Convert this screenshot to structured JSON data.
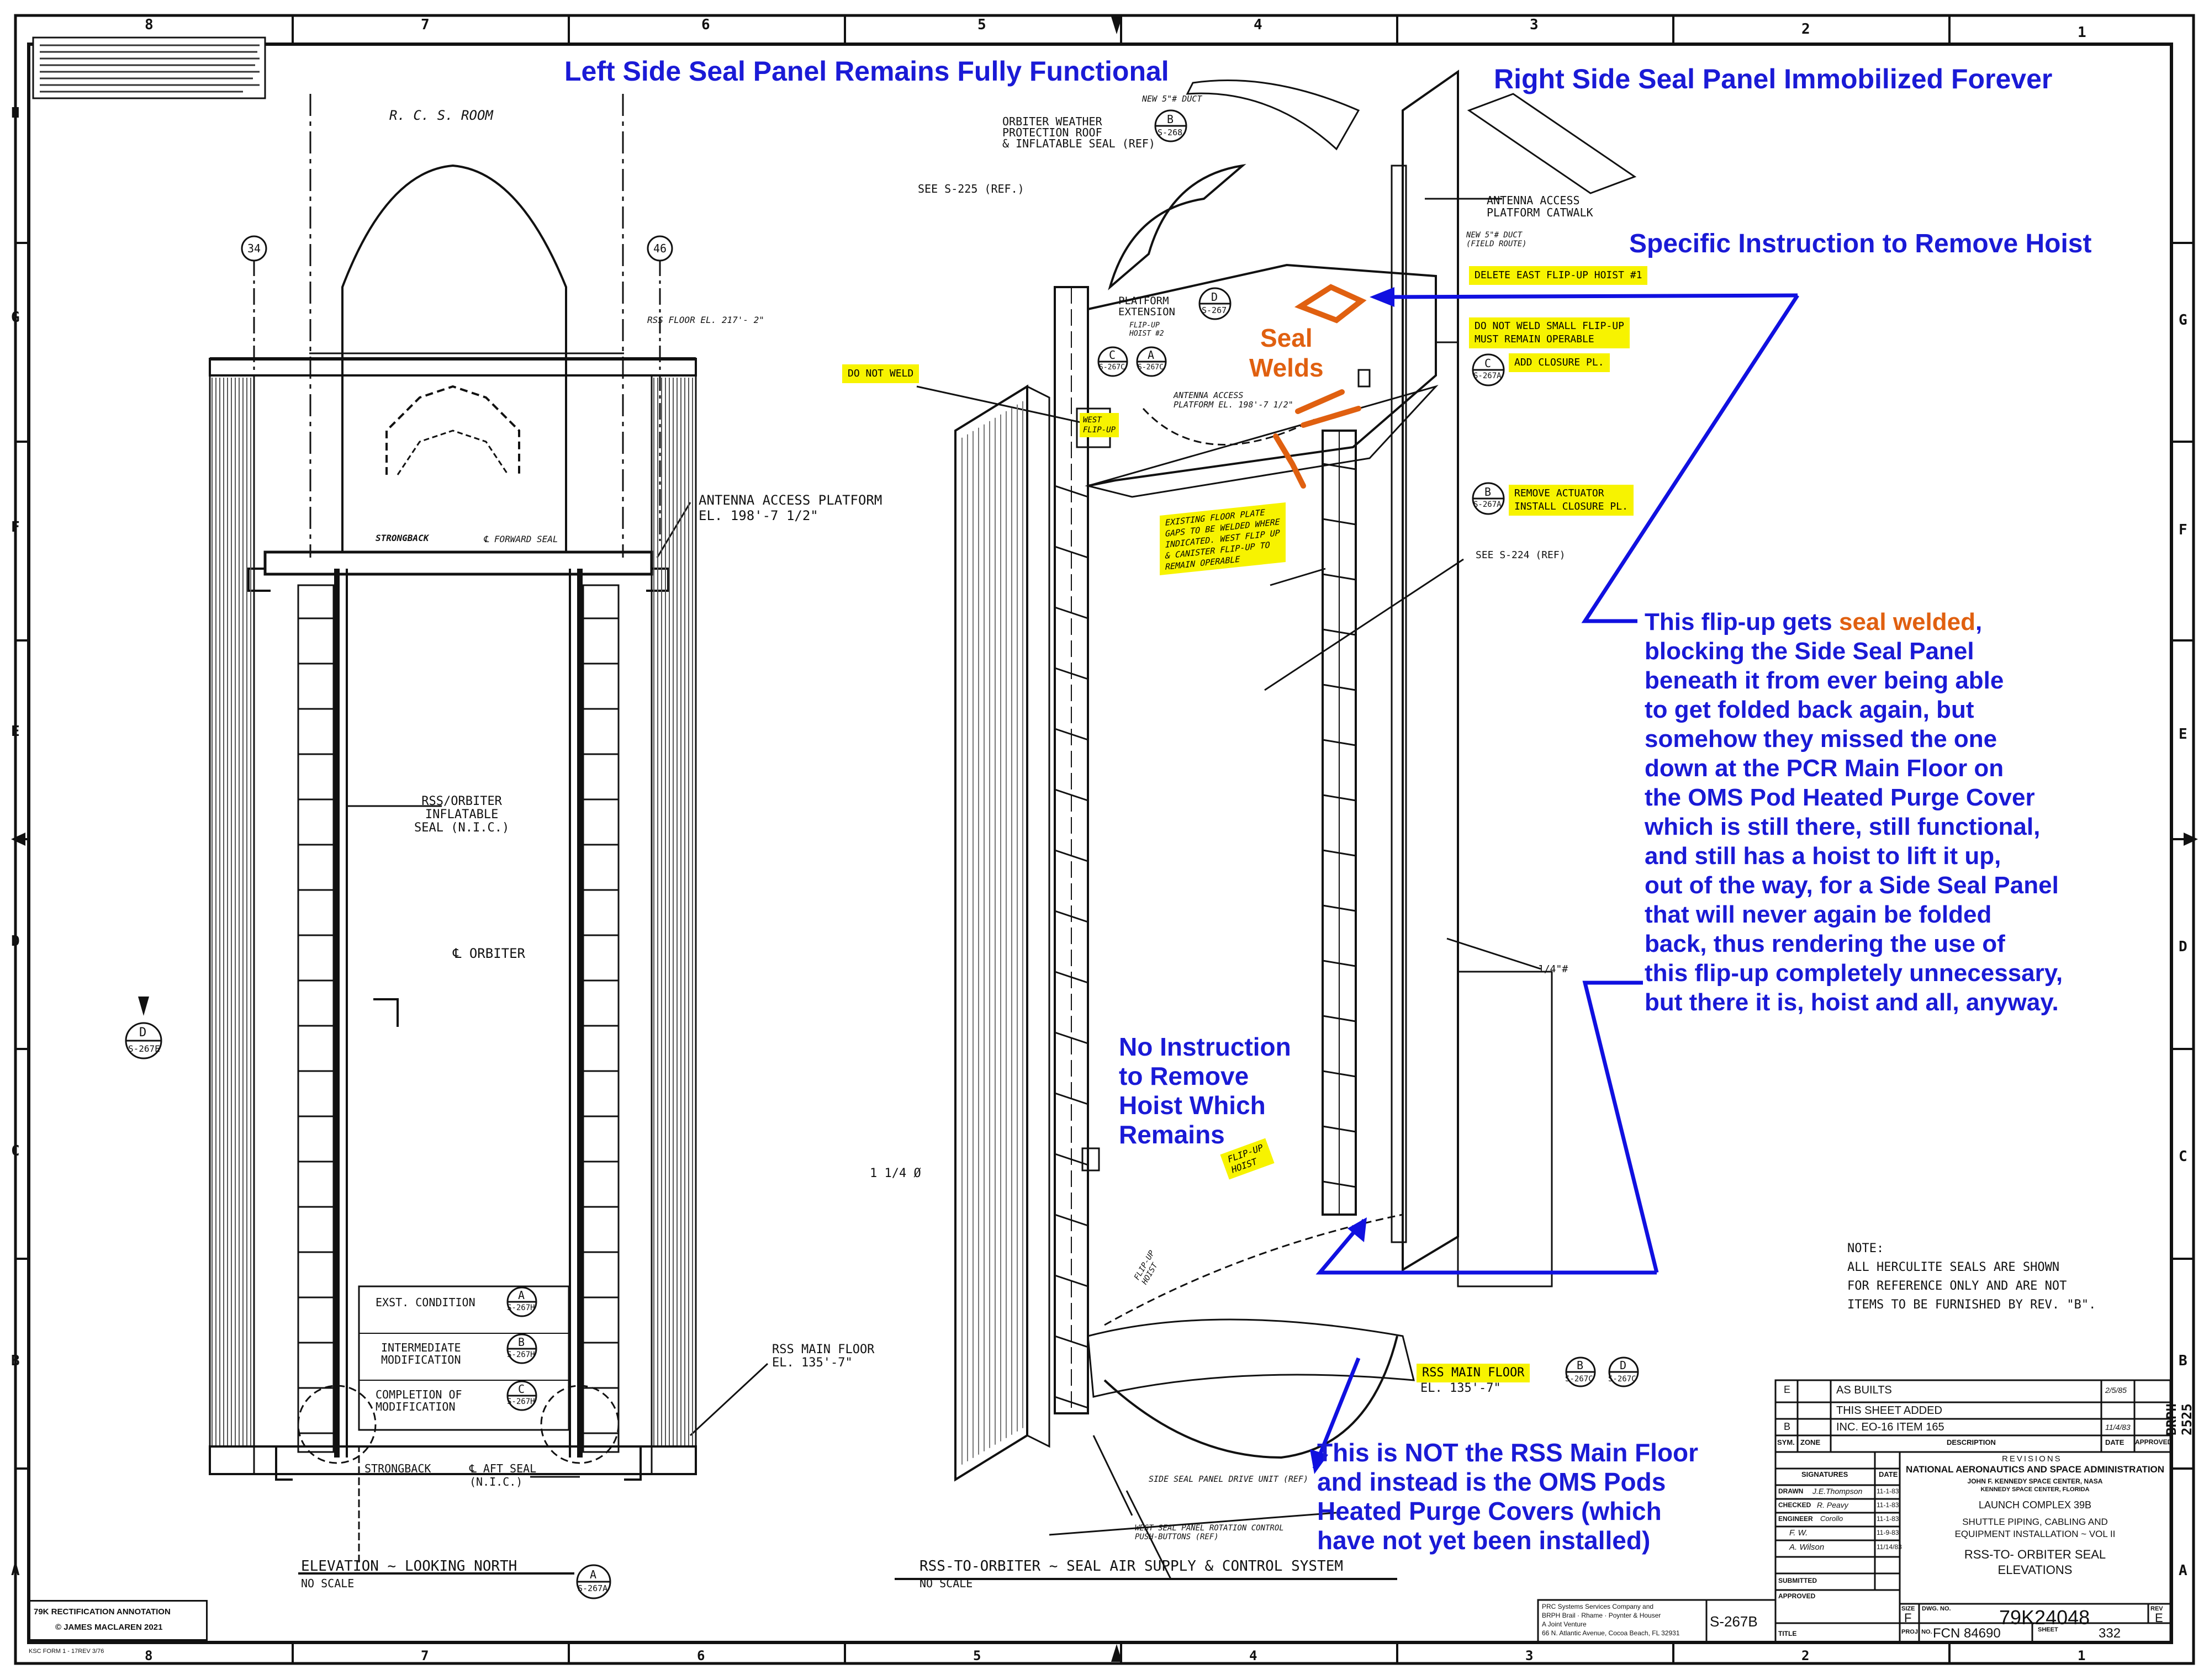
{
  "border": {
    "columns": [
      "8",
      "7",
      "6",
      "5",
      "4",
      "3",
      "2",
      "1"
    ],
    "rows": [
      "H",
      "G",
      "F",
      "E",
      "D",
      "C",
      "B",
      "A"
    ],
    "side_code": "BRPH 2525"
  },
  "headlines": {
    "left": "Left Side Seal Panel Remains Fully Functional",
    "right": "Right Side Seal Panel Immobilized Forever",
    "remove_hoist": "Specific Instruction to Remove Hoist"
  },
  "notes": {
    "flipup_lines": [
      {
        "pre": "This flip-up gets ",
        "emph": "seal welded",
        "post": ","
      },
      {
        "pre": "blocking the Side Seal Panel",
        "emph": "",
        "post": ""
      },
      {
        "pre": "beneath it from ever being able",
        "emph": "",
        "post": ""
      },
      {
        "pre": "to get folded back again, but",
        "emph": "",
        "post": ""
      },
      {
        "pre": "somehow they missed the one",
        "emph": "",
        "post": ""
      },
      {
        "pre": "down at the PCR Main Floor on",
        "emph": "",
        "post": ""
      },
      {
        "pre": "the OMS Pod Heated Purge Cover",
        "emph": "",
        "post": ""
      },
      {
        "pre": "which is still there, still functional,",
        "emph": "",
        "post": ""
      },
      {
        "pre": "and still has a hoist to lift it up,",
        "emph": "",
        "post": ""
      },
      {
        "pre": "out of the way, for a Side Seal Panel",
        "emph": "",
        "post": ""
      },
      {
        "pre": "that will never again be folded",
        "emph": "",
        "post": ""
      },
      {
        "pre": "back, thus rendering the use of",
        "emph": "",
        "post": ""
      },
      {
        "pre": "this flip-up completely unnecessary,",
        "emph": "",
        "post": ""
      },
      {
        "pre": "but there it is, hoist and all, anyway.",
        "emph": "",
        "post": ""
      }
    ],
    "no_instruction": [
      "No Instruction",
      "to Remove",
      "Hoist Which",
      "Remains"
    ],
    "not_rss": [
      "This is NOT the RSS Main Floor",
      "and instead is the OMS Pods",
      "Heated Purge Covers (which",
      "have not yet been installed)"
    ],
    "seal_welds": [
      "Seal",
      "Welds"
    ]
  },
  "highlights": {
    "delete_hoist": "DELETE EAST FLIP-UP HOIST #1",
    "do_not_weld_small": [
      "DO NOT WELD SMALL FLIP-UP",
      "MUST REMAIN OPERABLE"
    ],
    "add_closure": "ADD CLOSURE PL.",
    "do_not_weld": "DO NOT WELD",
    "remove_actuator": [
      "REMOVE ACTUATOR",
      "INSTALL CLOSURE PL."
    ],
    "existing_floor": [
      "EXISTING FLOOR PLATE",
      "GAPS TO BE WELDED WHERE",
      "INDICATED. WEST FLIP UP",
      "& CANISTER FLIP-UP TO",
      "REMAIN OPERABLE"
    ],
    "west_flipup": [
      "WEST",
      "FLIP-UP"
    ],
    "flipup_hoist": [
      "FLIP-UP",
      "HOIST"
    ],
    "rss_main_floor": "RSS MAIN FLOOR"
  },
  "labels": {
    "rcs_room": "R. C. S.  ROOM",
    "rss_floor": "RSS FLOOR EL. 217'- 2\"",
    "antenna_platform": [
      "ANTENNA  ACCESS  PLATFORM",
      "EL. 198'-7 1/2\""
    ],
    "strongback": "STRONGBACK",
    "forward_seal": "℄ FORWARD SEAL",
    "inflatable_seal": [
      "RSS/ORBITER",
      "INFLATABLE",
      "SEAL (N.I.C.)"
    ],
    "orbiter": "℄ ORBITER",
    "exst_condition": "EXST. CONDITION",
    "intermediate_mod": [
      "INTERMEDIATE",
      "MODIFICATION"
    ],
    "completion_mod": [
      "COMPLETION  OF",
      "MODIFICATION"
    ],
    "rss_main_floor_left": [
      "RSS  MAIN  FLOOR",
      "EL. 135'-7\""
    ],
    "strongback_aft": "STRONGBACK",
    "aft_seal": [
      "℄ AFT  SEAL",
      "(N.I.C.)"
    ],
    "elevation": "ELEVATION ~ LOOKING  NORTH",
    "no_scale_left": "NO SCALE",
    "rss_title": "RSS-TO-ORBITER ~ SEAL  AIR  SUPPLY & CONTROL  SYSTEM",
    "no_scale_right": "NO SCALE",
    "new_duct": "NEW 5\"# DUCT",
    "orbiter_weather": [
      "ORBITER  WEATHER",
      "PROTECTION  ROOF",
      "& INFLATABLE SEAL (REF)"
    ],
    "see_s225": "SEE  S-225 (REF.)",
    "antenna_catwalk": [
      "ANTENNA  ACCESS",
      "PLATFORM  CATWALK"
    ],
    "new_duct_field": [
      "NEW 5\"# DUCT",
      "(FIELD ROUTE)"
    ],
    "platform_ext": [
      "PLATFORM",
      "EXTENSION"
    ],
    "flipup_hoist_2": [
      "FLIP-UP",
      "HOIST #2"
    ],
    "antenna_platform_r": [
      "ANTENNA ACCESS",
      "PLATFORM EL. 198'-7 1/2\""
    ],
    "see_s224": "SEE  S-224 (REF)",
    "quarter_pipe": "1/4\"#",
    "one_quarter": "1 1/4 Ø",
    "flipup_hoist_lower": [
      "FLIP-UP",
      "HOIST"
    ],
    "side_seal_drive": "SIDE SEAL PANEL DRIVE UNIT (REF)",
    "west_seal_panel": [
      "WEST  SEAL  PANEL  ROTATION  CONTROL",
      "PUSH-BUTTONS (REF)"
    ],
    "el_135": "EL. 135'-7\"",
    "note_title": "NOTE:",
    "note_lines": [
      "ALL  HERCULITE  SEALS  ARE  SHOWN",
      "FOR  REFERENCE  ONLY  AND  ARE  NOT",
      "ITEMS  TO  BE  FURNISHED  BY  REV. \"B\"."
    ]
  },
  "bubbles": {
    "col34": "34",
    "col46": "46",
    "detail_d": {
      "top": "D",
      "bottom": "S-267E"
    },
    "exst_a": {
      "top": "A",
      "bottom": "S-267H"
    },
    "inter_b": {
      "top": "B",
      "bottom": "S-267H"
    },
    "comp_c": {
      "top": "C",
      "bottom": "S-267H"
    },
    "elev_a": {
      "top": "A",
      "bottom": "S-267A"
    },
    "weather_b": {
      "top": "B",
      "bottom": "S-268"
    },
    "platform_d": {
      "top": "D",
      "bottom": "S-267"
    },
    "c_267c": {
      "top": "C",
      "bottom": "S-267C"
    },
    "a_267c": {
      "top": "A",
      "bottom": "S-267C"
    },
    "c_267a": {
      "top": "C",
      "bottom": "S-267A"
    },
    "b_267a": {
      "top": "B",
      "bottom": "S-267A"
    },
    "b_267c_low": {
      "top": "B",
      "bottom": "S-267C"
    },
    "d_267c_low": {
      "top": "D",
      "bottom": "S-267C"
    }
  },
  "revisions": {
    "rows": [
      {
        "sym": "E",
        "zone": "",
        "desc": "AS  BUILTS",
        "date": "2/5/85",
        "appr": ""
      },
      {
        "sym": "",
        "zone": "",
        "desc": "THIS  SHEET  ADDED",
        "date": "",
        "appr": ""
      },
      {
        "sym": "B",
        "zone": "",
        "desc": "INC.   EO-16   ITEM   165",
        "date": "11/4/83",
        "appr": ""
      }
    ],
    "headers": {
      "sym": "SYM.",
      "zone": "ZONE",
      "desc": "DESCRIPTION",
      "date": "DATE",
      "appr": "APPROVED"
    },
    "caption": "REVISIONS"
  },
  "signatures": {
    "header": "SIGNATURES",
    "date_header": "DATE",
    "rows": [
      {
        "role": "DRAWN",
        "name": "J.E.Thompson",
        "date": "11-1-83"
      },
      {
        "role": "CHECKED",
        "name": "R. Peavy",
        "date": "11-1-83"
      },
      {
        "role": "ENGINEER",
        "name": "Corollo",
        "date": "11-1-83"
      },
      {
        "role": "",
        "name": "F. W.",
        "date": "11-9-83"
      },
      {
        "role": "",
        "name": "A. Wilson",
        "date": "11/14/83"
      }
    ],
    "submitted": "SUBMITTED",
    "approved": "APPROVED"
  },
  "titleblock": {
    "agency": "NATIONAL AERONAUTICS AND SPACE ADMINISTRATION",
    "center": "JOHN F. KENNEDY SPACE CENTER, NASA",
    "location": "KENNEDY SPACE CENTER, FLORIDA",
    "project": "LAUNCH COMPLEX 39B",
    "system": [
      "SHUTTLE PIPING, CABLING AND",
      "EQUIPMENT INSTALLATION ~ VOL II"
    ],
    "sheet_title": [
      "RSS-TO- ORBITER SEAL",
      "ELEVATIONS"
    ],
    "title_label": "TITLE",
    "size_label": "SIZE",
    "size": "F",
    "dwg_label": "DWG. NO.",
    "dwg_no": "79K24048",
    "rev_label": "REV",
    "rev": "E",
    "proj_label": "PROJ. NO.",
    "fcn": "FCN  84690",
    "sheet_label": "SHEET",
    "sheet": "332",
    "prc": [
      "PRC Systems Services Company and",
      "BRPH Brail · Rhame · Poynter & Houser",
      "A Joint Venture",
      "66 N. Atlantic Avenue, Cocoa Beach, FL 32931"
    ],
    "sheet_code": "S-267B"
  },
  "credit": {
    "line1": "79K RECTIFICATION ANNOTATION",
    "line2": "© JAMES MACLAREN 2021"
  },
  "corner_form": "KSC FORM 1 - 17REV 3/76",
  "colors": {
    "annotation_blue": "#1a1ad6",
    "arrow_blue": "#1010e0",
    "weld_orange": "#e06010",
    "highlight_yellow": "#f7f300",
    "ink": "#111111"
  }
}
